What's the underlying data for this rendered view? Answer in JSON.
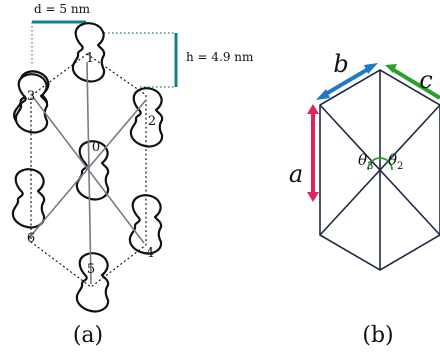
{
  "panel_a": {
    "label": "(a)",
    "d_label": "d = 5 nm",
    "h_label": "h = 4.9 nm",
    "particles": [
      "0",
      "1",
      "2",
      "3",
      "4",
      "5",
      "6"
    ]
  },
  "panel_b": {
    "label": "(b)",
    "vector_a": "a",
    "vector_b": "b",
    "vector_c": "c",
    "theta_3": "θ",
    "theta_3_sub": "3",
    "theta_2": "θ",
    "theta_2_sub": "2"
  },
  "colors": {
    "teal": "#1a7d8c",
    "red": "#e0245e",
    "blue": "#1f78c8",
    "green": "#2ca02c"
  }
}
